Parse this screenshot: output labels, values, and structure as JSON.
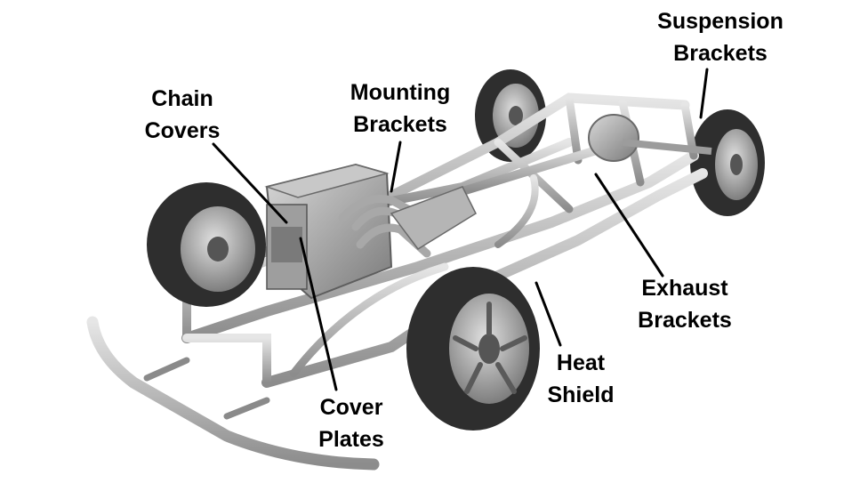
{
  "callouts": [
    {
      "id": "suspension-brackets",
      "lines": [
        "Suspension",
        "Brackets"
      ]
    },
    {
      "id": "mounting-brackets",
      "lines": [
        "Mounting",
        "Brackets"
      ]
    },
    {
      "id": "chain-covers",
      "lines": [
        "Chain",
        "Covers"
      ]
    },
    {
      "id": "exhaust-brackets",
      "lines": [
        "Exhaust",
        "Brackets"
      ]
    },
    {
      "id": "heat-shield",
      "lines": [
        "Heat",
        "Shield"
      ]
    },
    {
      "id": "cover-plates",
      "lines": [
        "Cover",
        "Plates"
      ]
    }
  ],
  "colors": {
    "label_text": "#000000",
    "leader_line": "#000000",
    "tire": "#2e2e2e",
    "rim": "#9a9a9a",
    "tube": "#b3b3b3",
    "background": "#ffffff"
  }
}
